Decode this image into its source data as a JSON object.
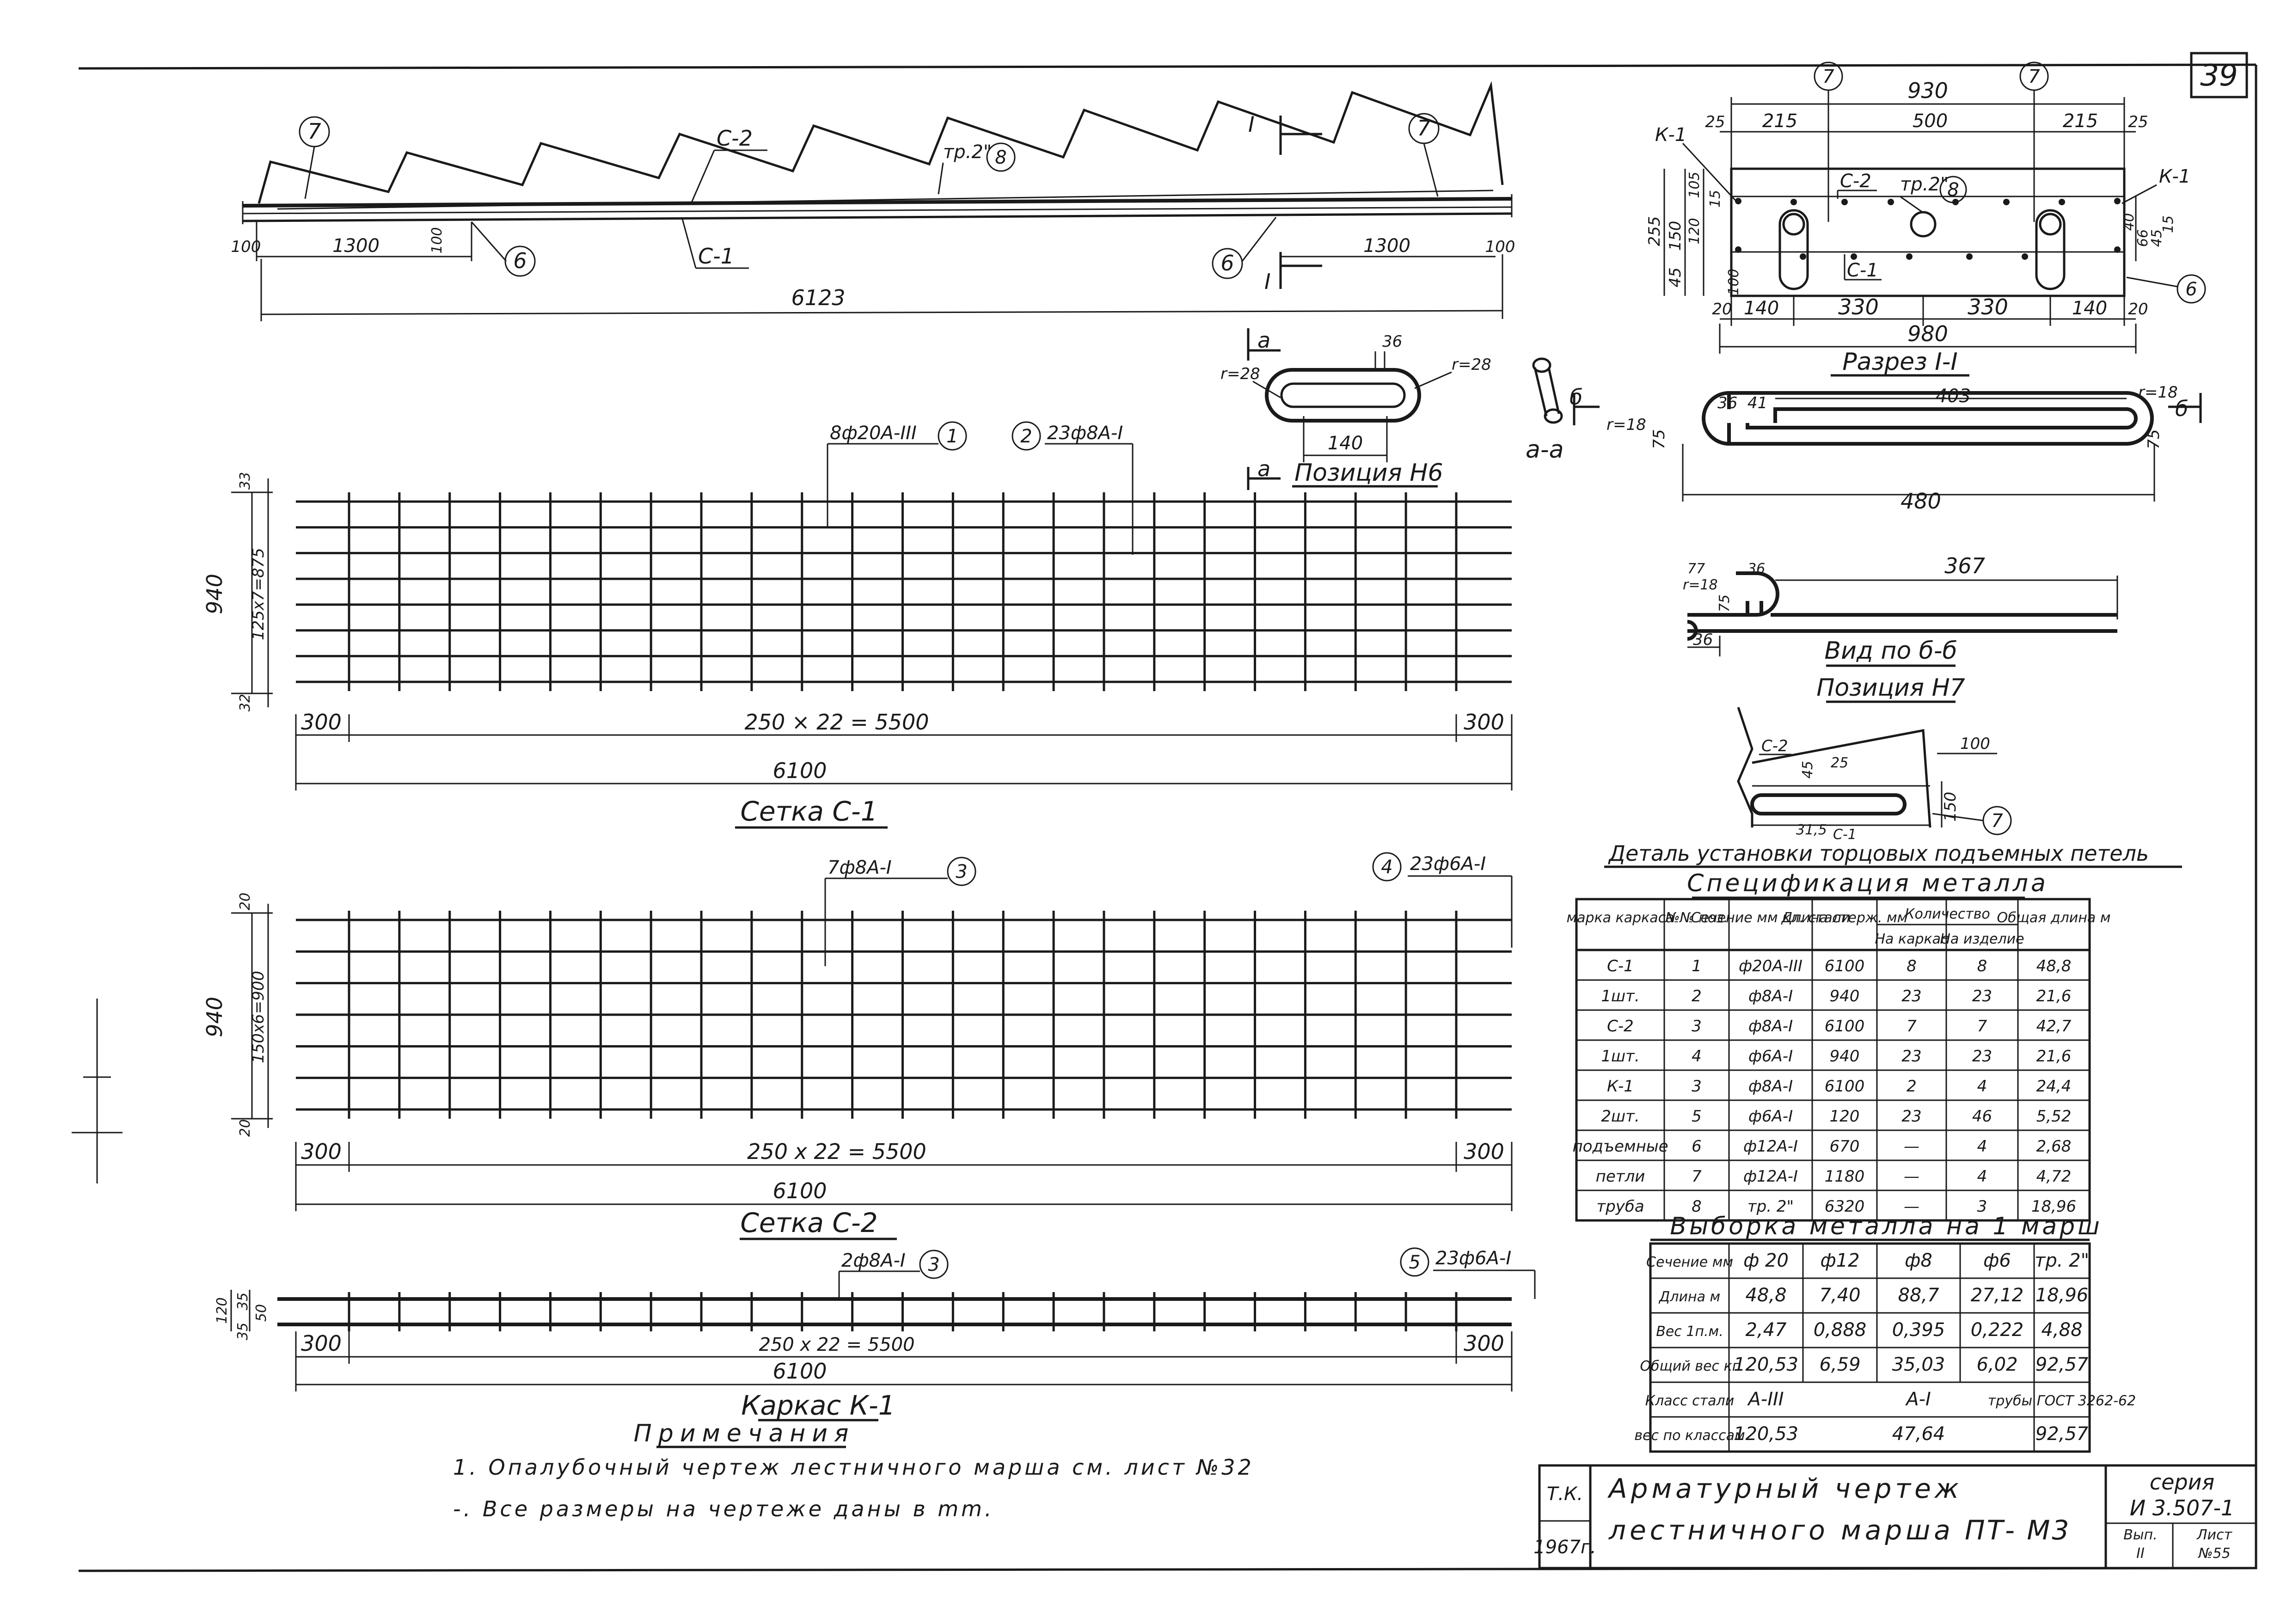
{
  "sheet": {
    "sheet_number": "39",
    "title_block": {
      "org": "Т.К.",
      "year": "1967г.",
      "title_line1": "Арматурный чертеж",
      "title_line2": "лестничного марша",
      "mark": "ПТ- М3",
      "series_label": "серия",
      "series_value": "И 3.507-1",
      "issue_label": "Вып.",
      "issue_value": "II",
      "list_label": "Лист",
      "list_value": "№55"
    }
  },
  "elevation": {
    "dims": {
      "left_end": "100",
      "left_len": "1300",
      "left_small": "100",
      "right_len": "1300",
      "right_end": "100",
      "total": "6123"
    },
    "labels": {
      "c2": "С-2",
      "c1": "С-1",
      "pipe": "тр.2\"",
      "section_mark": "I"
    },
    "callouts": {
      "pos7": "7",
      "pos8": "8",
      "pos6": "6"
    }
  },
  "section": {
    "title": "Разрез I-I",
    "dims_top": {
      "total": "930",
      "left": "215",
      "mid": "500",
      "right": "215",
      "edge_l": "25",
      "edge_r": "25"
    },
    "dims_left": {
      "h255": "255",
      "h150": "150",
      "h105": "105",
      "h120": "120",
      "h45": "45",
      "h15": "15"
    },
    "dims_right": {
      "a": "40",
      "b": "66",
      "c": "45",
      "d": "15"
    },
    "dims_bottom": {
      "total": "980",
      "e20l": "20",
      "e140l": "140",
      "m330a": "330",
      "m330b": "330",
      "e140r": "140",
      "e20r": "20",
      "h100": "100"
    },
    "labels": {
      "k1_left": "К-1",
      "k1_right": "К-1",
      "c2": "С-2",
      "c1": "С-1",
      "pipe": "тр.2\""
    },
    "callouts": {
      "pos7a": "7",
      "pos7b": "7",
      "pos8": "8",
      "pos6": "6"
    }
  },
  "position6": {
    "title": "Позиция Н6",
    "dims": {
      "r_left": "r=28",
      "r_right": "r=28",
      "w": "140",
      "t": "36"
    },
    "cut_mark": "а",
    "cut_label": "а-а"
  },
  "position7": {
    "title": "Позиция Н7",
    "view_title": "Вид по б-б",
    "cut_mark": "б",
    "dims": {
      "r18a": "r=18",
      "r18b": "r=18",
      "r18c": "r=18",
      "w36": "36",
      "w41": "41",
      "w403": "403",
      "h75a": "75",
      "h75b": "75",
      "w480": "480",
      "w77": "77",
      "w36b": "36",
      "w367": "367",
      "h75c": "75",
      "w36c": "36"
    }
  },
  "detail": {
    "title": "Деталь установки торцовых подъемных петель",
    "labels": {
      "c2": "С-2",
      "c1": "С-1",
      "d100": "100",
      "d150": "150",
      "d45": "45",
      "d25": "25",
      "d35": "31,5"
    },
    "callout": "7"
  },
  "mesh_c1": {
    "title": "Сетка С-1",
    "callouts": {
      "label1": "8ф20А-III",
      "pos1": "1",
      "label2": "23ф8А-I",
      "pos2": "2"
    },
    "dims": {
      "height": "940",
      "spacing": "125х7=875",
      "top": "33",
      "bottom": "32",
      "left": "300",
      "mid": "250 × 22 = 5500",
      "right": "300",
      "total": "6100"
    }
  },
  "mesh_c2": {
    "title": "Сетка С-2",
    "callouts": {
      "label3": "7ф8А-I",
      "pos3": "3",
      "label4": "23ф6А-I",
      "pos4": "4"
    },
    "dims": {
      "height": "940",
      "spacing": "150х6=900",
      "top": "20",
      "bottom": "20",
      "left": "300",
      "mid": "250 х 22 = 5500",
      "right": "300",
      "total": "6100"
    }
  },
  "frame_k1": {
    "title": "Каркас К-1",
    "callouts": {
      "label3": "2ф8А-I",
      "pos3": "3",
      "label5": "23ф6А-I",
      "pos5": "5"
    },
    "dims": {
      "h120": "120",
      "h35a": "35",
      "h50": "50",
      "h35b": "35",
      "left": "300",
      "mid": "250 х 22 = 5500",
      "right": "300",
      "total": "6100"
    }
  },
  "notes": {
    "title": "Примечания",
    "items": [
      "1. Опалубочный чертеж лестничного марша см. лист №32",
      "-. Все размеры на чертеже даны в mm."
    ]
  },
  "spec": {
    "title": "Спецификация металла",
    "headers": [
      "марка каркаса",
      "№№ поз.",
      "Сечение мм кл. стали",
      "Длина стерж. мм",
      "Количество",
      "Общая длина м"
    ],
    "subheaders": [
      "На каркас",
      "На изделие"
    ],
    "rows": [
      [
        "С-1",
        "1",
        "ф20А-III",
        "6100",
        "8",
        "8",
        "48,8"
      ],
      [
        "1шт.",
        "2",
        "ф8А-I",
        "940",
        "23",
        "23",
        "21,6"
      ],
      [
        "С-2",
        "3",
        "ф8А-I",
        "6100",
        "7",
        "7",
        "42,7"
      ],
      [
        "1шт.",
        "4",
        "ф6А-I",
        "940",
        "23",
        "23",
        "21,6"
      ],
      [
        "К-1",
        "3",
        "ф8А-I",
        "6100",
        "2",
        "4",
        "24,4"
      ],
      [
        "2шт.",
        "5",
        "ф6А-I",
        "120",
        "23",
        "46",
        "5,52"
      ],
      [
        "подъемные",
        "6",
        "ф12А-I",
        "670",
        "—",
        "4",
        "2,68"
      ],
      [
        "петли",
        "7",
        "ф12А-I",
        "1180",
        "—",
        "4",
        "4,72"
      ],
      [
        "труба",
        "8",
        "тр. 2\"",
        "6320",
        "—",
        "3",
        "18,96"
      ]
    ]
  },
  "selection": {
    "title": "Выборка металла на 1 марш",
    "header": [
      "Сечение мм",
      "ф 20",
      "ф12",
      "ф8",
      "ф6",
      "тр. 2\""
    ],
    "rows": [
      [
        "Длина м",
        "48,8",
        "7,40",
        "88,7",
        "27,12",
        "18,96"
      ],
      [
        "Вес 1п.м.",
        "2,47",
        "0,888",
        "0,395",
        "0,222",
        "4,88"
      ],
      [
        "Общий вес кг",
        "120,53",
        "6,59",
        "35,03",
        "6,02",
        "92,57"
      ]
    ],
    "class_row": {
      "label": "Класс стали",
      "a3": "А-III",
      "a1": "А-I",
      "pipe": "трубы ГОСТ 3262-62"
    },
    "weight_row": {
      "label": "вес по классам",
      "a3": "120,53",
      "a1": "47,64",
      "pipe": "92,57"
    }
  }
}
